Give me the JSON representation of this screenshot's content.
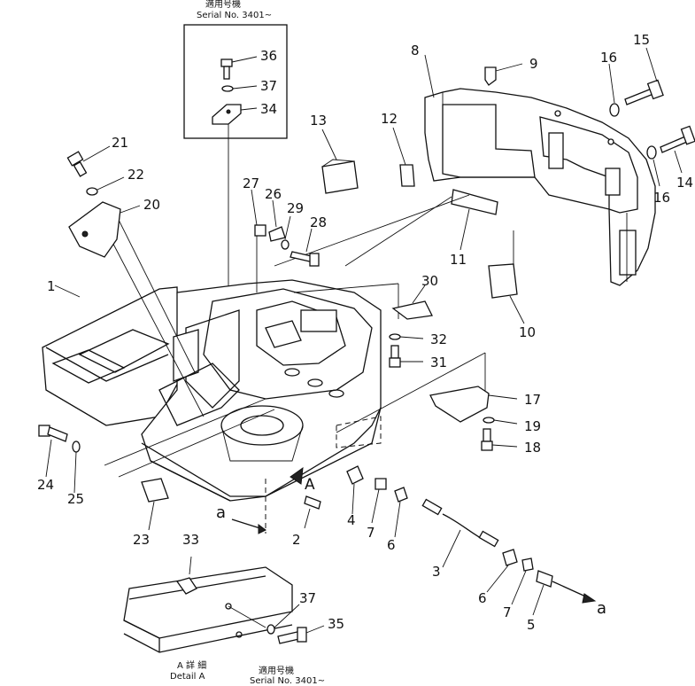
{
  "header": {
    "serial_jp": "適用号機",
    "serial_en": "Serial No. 3401~"
  },
  "footer": {
    "detail_jp": "A 詳 細",
    "detail_en": "Detail A",
    "serial_jp": "適用号機",
    "serial_en": "Serial No. 3401~"
  },
  "view_markers": {
    "a_left": "a",
    "a_right": "a",
    "detail_arrow": "A"
  },
  "parts": [
    {
      "id": "1",
      "label": "1"
    },
    {
      "id": "2",
      "label": "2"
    },
    {
      "id": "3",
      "label": "3"
    },
    {
      "id": "4",
      "label": "4"
    },
    {
      "id": "5",
      "label": "5"
    },
    {
      "id": "6a",
      "label": "6"
    },
    {
      "id": "6b",
      "label": "6"
    },
    {
      "id": "7a",
      "label": "7"
    },
    {
      "id": "7b",
      "label": "7"
    },
    {
      "id": "8",
      "label": "8"
    },
    {
      "id": "9",
      "label": "9"
    },
    {
      "id": "10",
      "label": "10"
    },
    {
      "id": "11",
      "label": "11"
    },
    {
      "id": "12",
      "label": "12"
    },
    {
      "id": "13",
      "label": "13"
    },
    {
      "id": "14",
      "label": "14"
    },
    {
      "id": "15",
      "label": "15"
    },
    {
      "id": "16a",
      "label": "16"
    },
    {
      "id": "16b",
      "label": "16"
    },
    {
      "id": "17",
      "label": "17"
    },
    {
      "id": "18",
      "label": "18"
    },
    {
      "id": "19",
      "label": "19"
    },
    {
      "id": "20",
      "label": "20"
    },
    {
      "id": "21",
      "label": "21"
    },
    {
      "id": "22",
      "label": "22"
    },
    {
      "id": "23",
      "label": "23"
    },
    {
      "id": "24",
      "label": "24"
    },
    {
      "id": "25",
      "label": "25"
    },
    {
      "id": "26",
      "label": "26"
    },
    {
      "id": "27",
      "label": "27"
    },
    {
      "id": "28",
      "label": "28"
    },
    {
      "id": "29",
      "label": "29"
    },
    {
      "id": "30",
      "label": "30"
    },
    {
      "id": "31",
      "label": "31"
    },
    {
      "id": "32",
      "label": "32"
    },
    {
      "id": "33",
      "label": "33"
    },
    {
      "id": "34",
      "label": "34"
    },
    {
      "id": "35",
      "label": "35"
    },
    {
      "id": "36",
      "label": "36"
    },
    {
      "id": "37a",
      "label": "37"
    },
    {
      "id": "37b",
      "label": "37"
    }
  ]
}
